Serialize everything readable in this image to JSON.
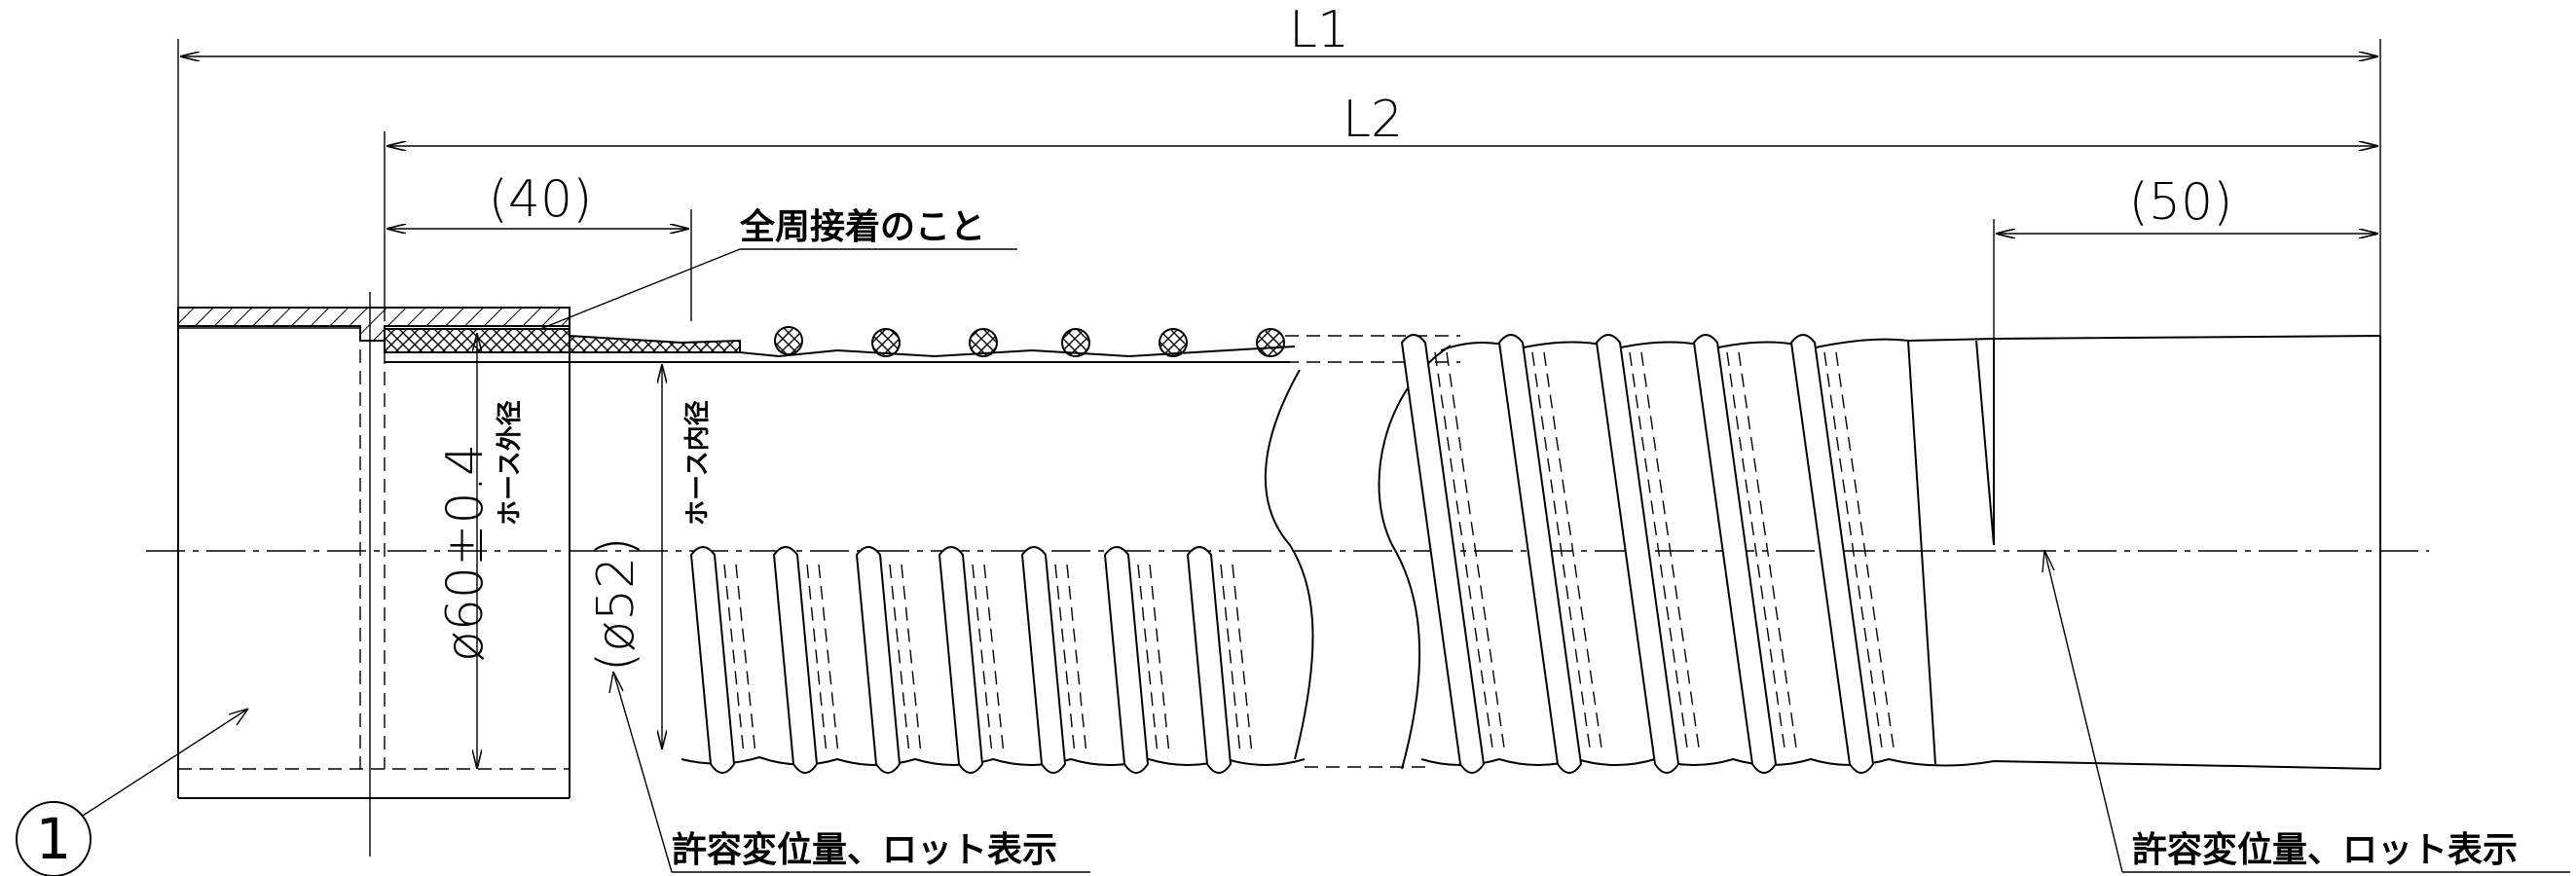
{
  "dimensions": {
    "l1": "L1",
    "l2": "L2",
    "left_length": "(40)",
    "right_length": "(50)",
    "outer_dia": "ø60±0.4",
    "inner_dia": "(ø52)"
  },
  "labels": {
    "adhesive_note": "全周接着のこと",
    "hose_outer": "ホース外径",
    "hose_inner": "ホース内径",
    "lot_note_left": "許容変位量、ロット表示",
    "lot_note_right": "許容変位量、ロット表示"
  },
  "balloon": {
    "number": "1"
  }
}
